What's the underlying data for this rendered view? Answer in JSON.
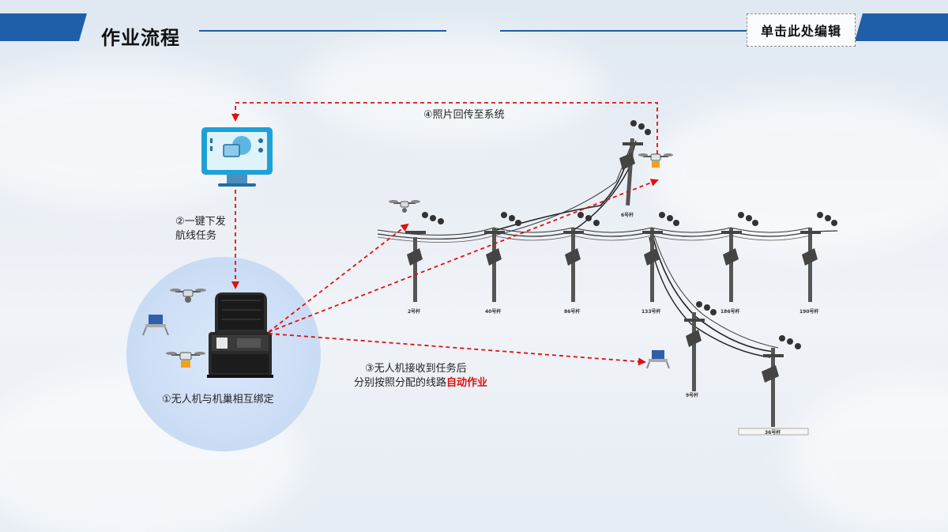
{
  "header": {
    "title": "作业流程",
    "edit_button": "单击此处编辑"
  },
  "steps": {
    "step1": "①无人机与机巢相互绑定",
    "step2_line1": "②一键下发",
    "step2_line2": "航线任务",
    "step3_line1": "③无人机接收到任务后",
    "step3_line2_prefix": "分别按照分配的线路",
    "step3_line2_highlight": "自动作业",
    "step4": "④照片回传至系统"
  },
  "towers": {
    "t1": "2号杆",
    "t2": "40号杆",
    "t3": "86号杆",
    "t4": "133号杆",
    "t5": "186号杆",
    "t6": "190号杆",
    "t7": "6号杆",
    "t8": "9号杆",
    "t9": "36号杆"
  },
  "colors": {
    "accent_blue": "#1f5ea8",
    "arrow_red": "#e01010",
    "highlight_red": "#e01010"
  }
}
